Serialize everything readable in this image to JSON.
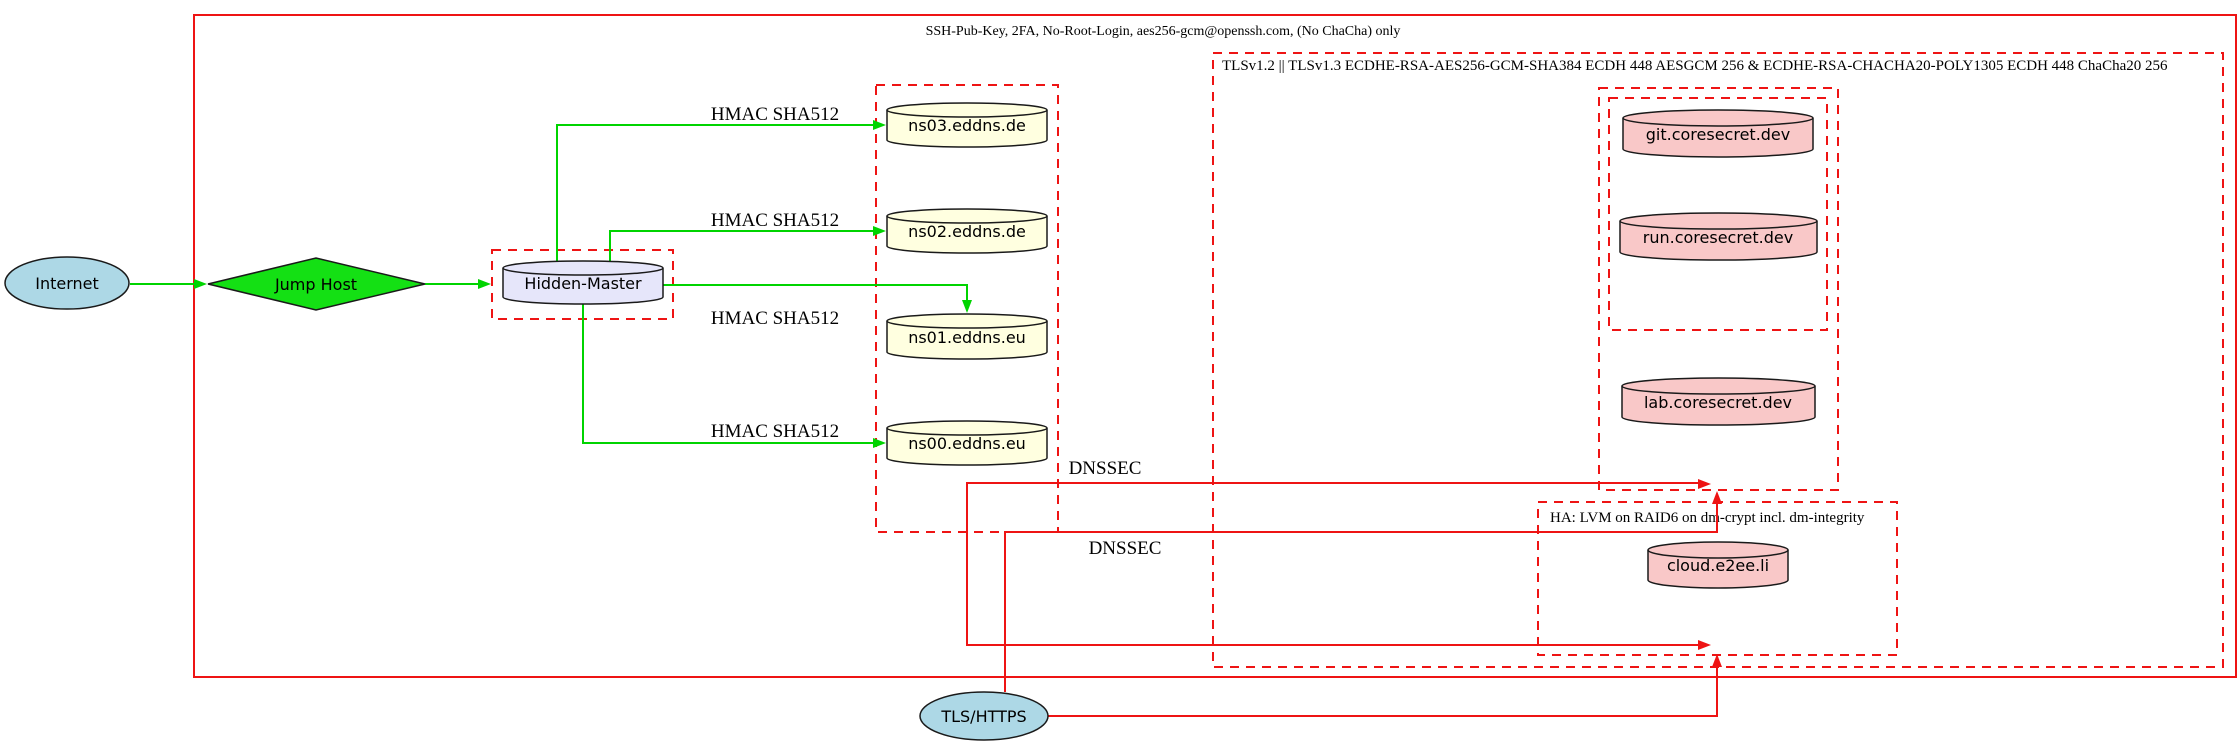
{
  "colors": {
    "red": "#ee1414",
    "green": "#00d400",
    "green-node": "#14e014",
    "lightblue": "#add8e6",
    "lightyellow": "#ffffe0",
    "lavender": "#e6e6fa",
    "pink": "#f9c8c8"
  },
  "clusters": {
    "ssh_label": "SSH-Pub-Key, 2FA, No-Root-Login, aes256-gcm@openssh.com, (No ChaCha) only",
    "tls_label": "TLSv1.2 || TLSv1.3 ECDHE-RSA-AES256-GCM-SHA384 ECDH 448 AESGCM 256 & ECDHE-RSA-CHACHA20-POLY1305 ECDH 448 ChaCha20 256",
    "ha_label": "HA: LVM on RAID6 on dm-crypt incl. dm-integrity"
  },
  "nodes": {
    "internet": "Internet",
    "jump_host": "Jump Host",
    "hidden_master": "Hidden-Master",
    "ns03": "ns03.eddns.de",
    "ns02": "ns02.eddns.de",
    "ns01": "ns01.eddns.eu",
    "ns00": "ns00.eddns.eu",
    "git": "git.coresecret.dev",
    "run": "run.coresecret.dev",
    "lab": "lab.coresecret.dev",
    "cloud": "cloud.e2ee.li",
    "tls_https": "TLS/HTTPS"
  },
  "edge_labels": {
    "hmac1": "HMAC SHA512",
    "hmac2": "HMAC SHA512",
    "hmac3": "HMAC SHA512",
    "hmac4": "HMAC SHA512",
    "dnssec1": "DNSSEC",
    "dnssec2": "DNSSEC"
  }
}
